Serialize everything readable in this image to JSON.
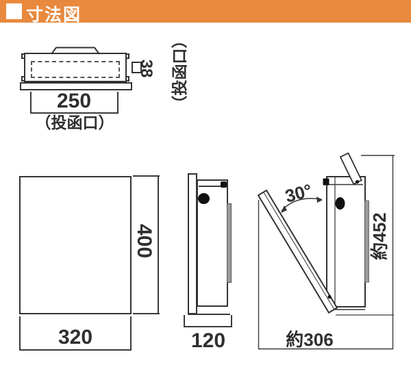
{
  "header": {
    "title": "寸法図"
  },
  "top_view": {
    "slot_width": "250",
    "slot_width_label": "（投函口）",
    "slot_depth": "38",
    "slot_depth_label": "（投函口）"
  },
  "front_view": {
    "height": "400",
    "width": "320"
  },
  "side_view": {
    "depth": "120"
  },
  "open_view": {
    "open_angle": "30°",
    "total_height": "約452",
    "open_depth": "約306"
  },
  "colors": {
    "accent": "#E8893E",
    "line": "#3A3A3A",
    "plate": "#9A9A9A"
  }
}
